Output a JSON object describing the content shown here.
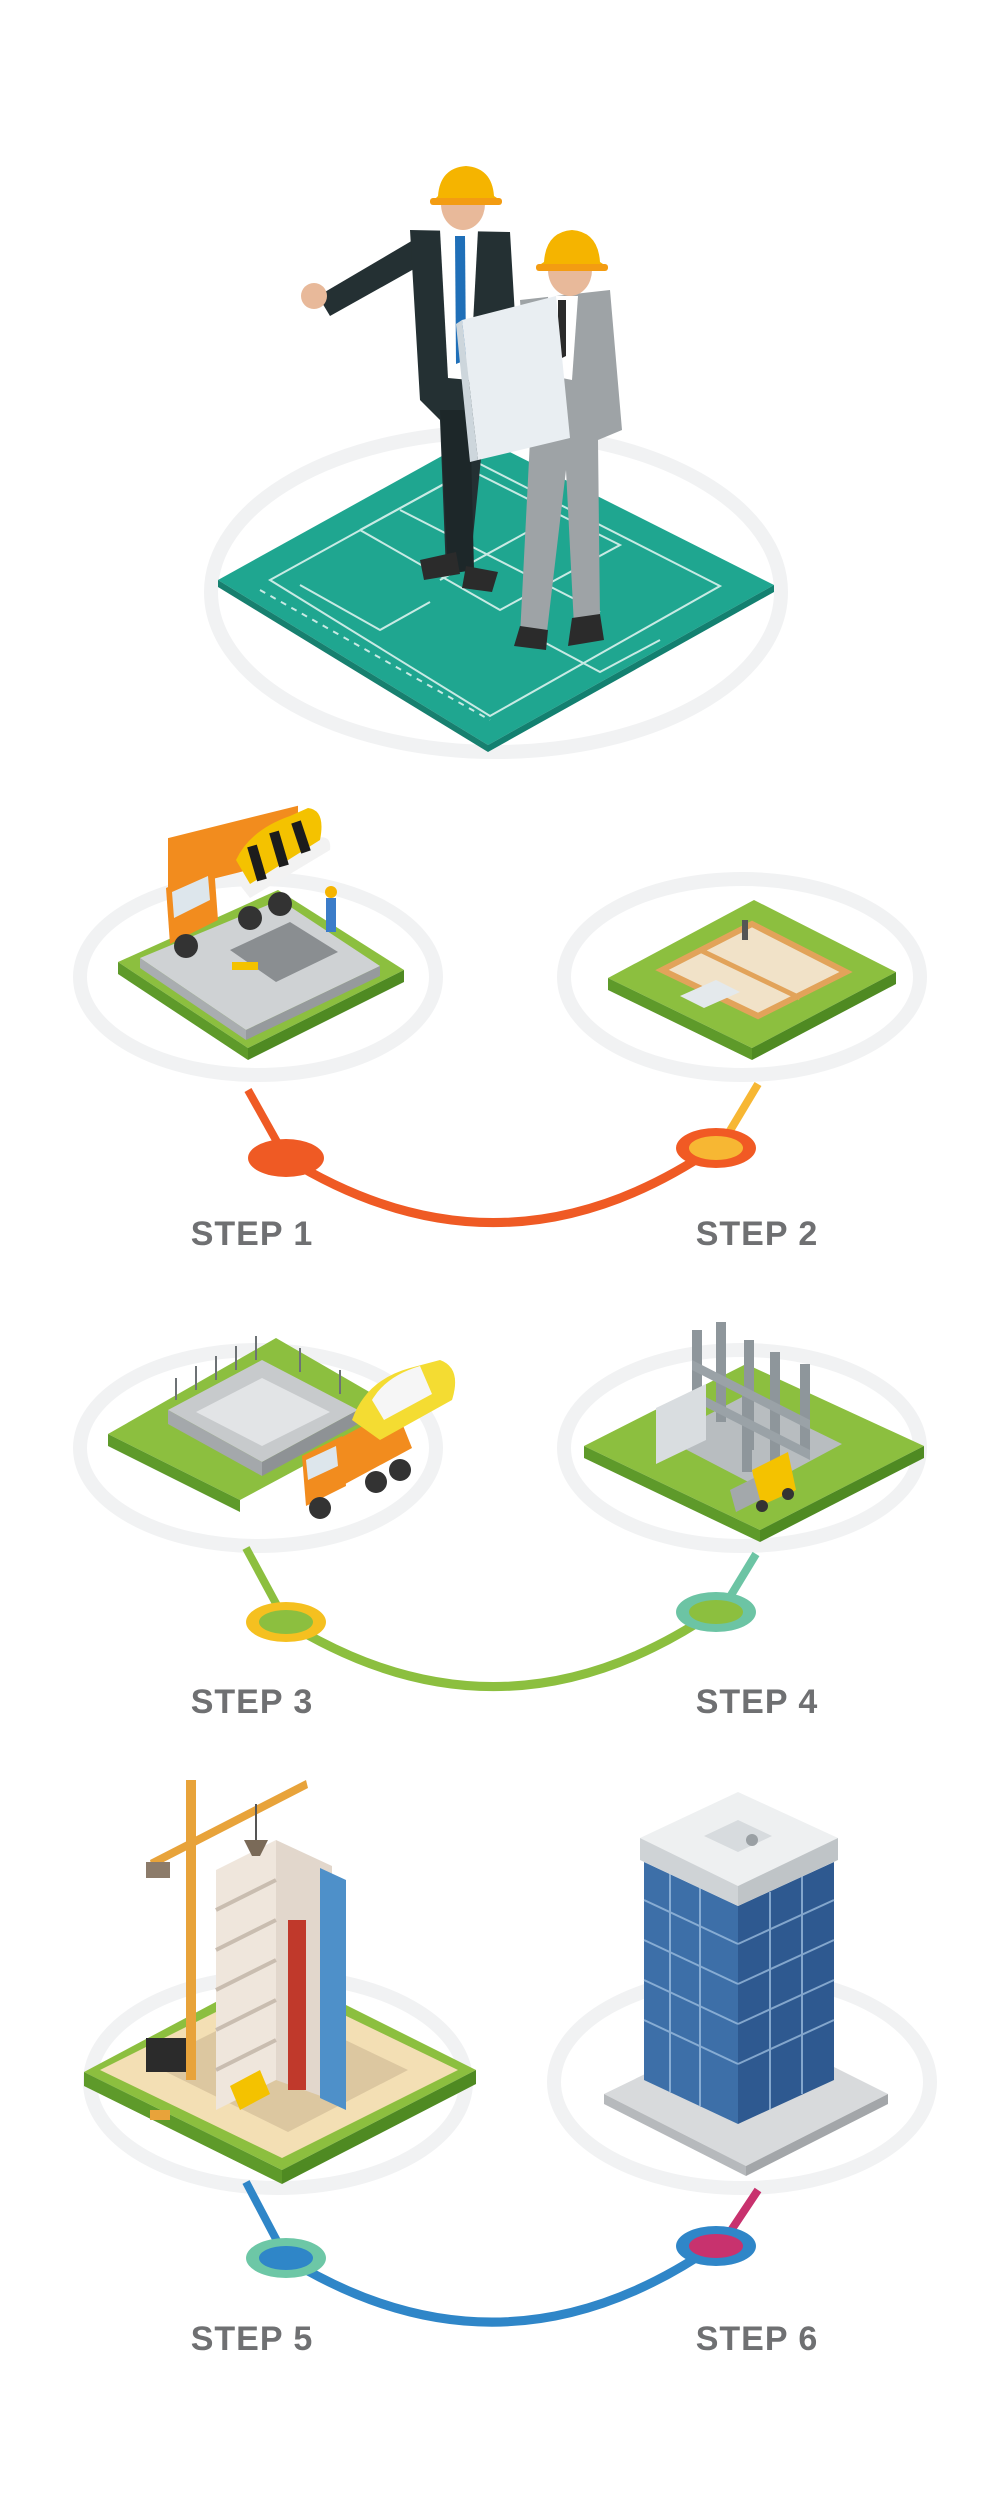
{
  "steps": [
    {
      "label": "STEP 1",
      "illustration": "concrete-mixer-foundation-icon",
      "connector_color": "#ef5a24",
      "node_color": "#ef5a24",
      "node_ring": "#ef5a24"
    },
    {
      "label": "STEP 2",
      "illustration": "foundation-frame-icon",
      "connector_color": "#ef5a24",
      "node_color": "#f7b733",
      "node_ring": "#f15a24"
    },
    {
      "label": "STEP 3",
      "illustration": "basement-walls-mixer-icon",
      "connector_color": "#8cbf3f",
      "node_color": "#8cbf3f",
      "node_ring": "#f5c020"
    },
    {
      "label": "STEP 4",
      "illustration": "steel-frame-forklift-icon",
      "connector_color": "#8cbf3f",
      "node_color": "#8cbf3f",
      "node_ring": "#6cc4a4"
    },
    {
      "label": "STEP 5",
      "illustration": "tower-crane-construction-icon",
      "connector_color": "#2f86c8",
      "node_color": "#2f86c8",
      "node_ring": "#6dc7a6"
    },
    {
      "label": "STEP 6",
      "illustration": "office-tower-icon",
      "connector_color": "#2f86c8",
      "node_color": "#c8326e",
      "node_ring": "#2f86c8"
    }
  ],
  "hero": {
    "illustration": "engineers-blueprint-icon"
  },
  "colors": {
    "step_label": "#6f7072",
    "platform_ring": "#f1f2f3",
    "grass": "#8cbf3f",
    "blueprint": "#1fa690"
  }
}
